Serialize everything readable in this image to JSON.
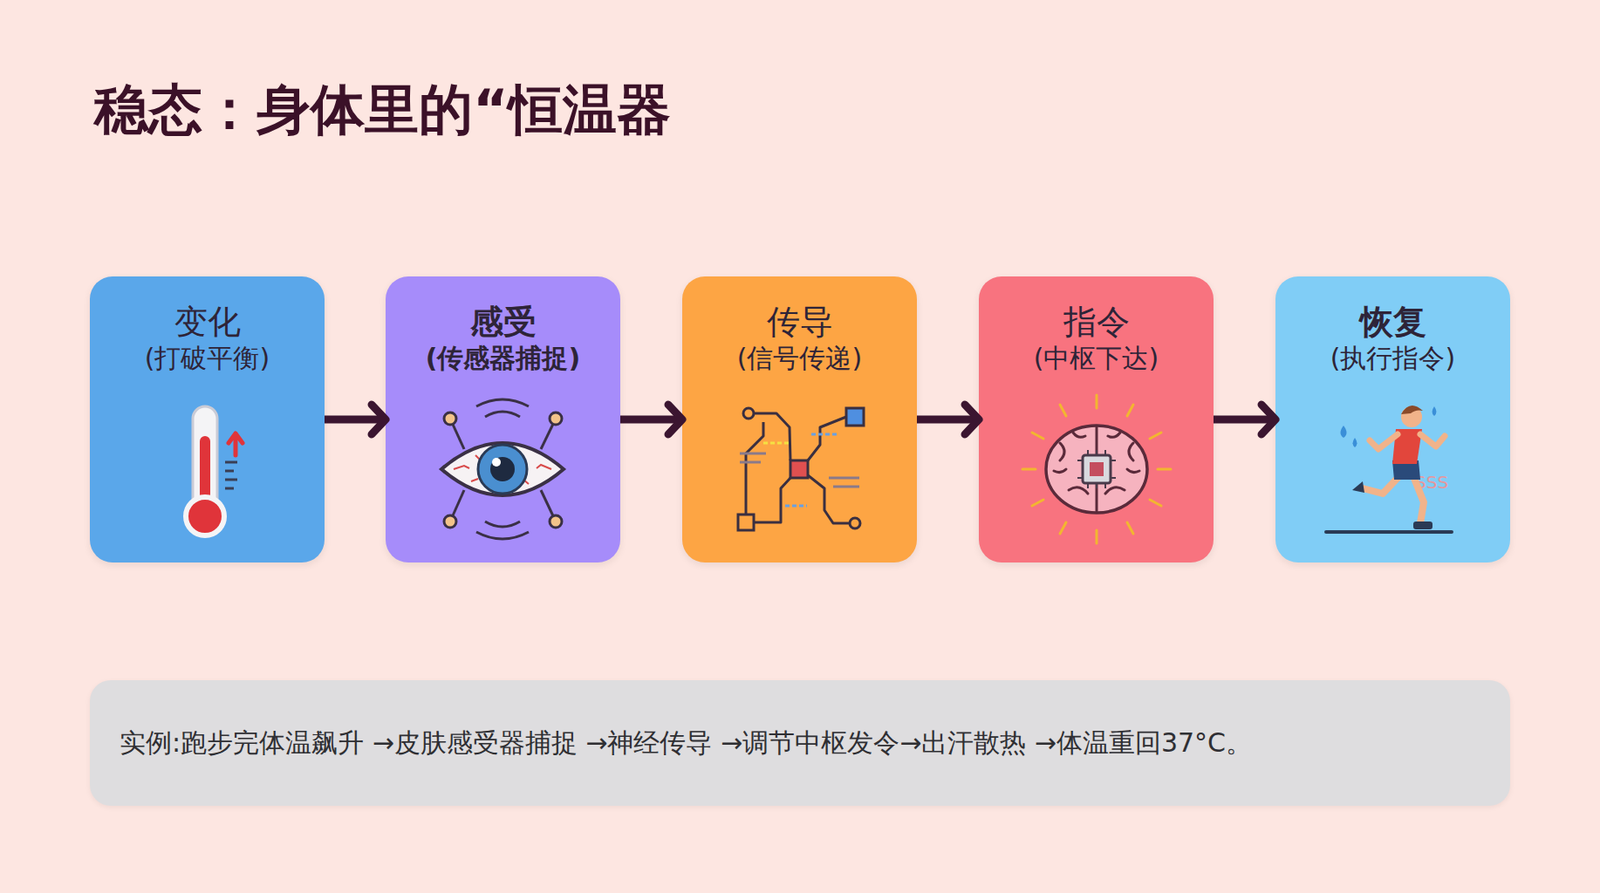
{
  "diagram": {
    "title": "稳态：身体里的“恒温器",
    "nodes": [
      {
        "text": [
          "变化",
          "(打破平衡)"
        ]
      },
      {
        "text": [
          "感受",
          "(传感器捕捉)"
        ]
      },
      {
        "text": [
          "传导",
          "(信号传递)"
        ]
      },
      {
        "text": [
          "指令",
          "(中枢下达)"
        ]
      },
      {
        "text": [
          "恢复",
          "(执行指令)"
        ]
      },
      {
        "text": [
          "实例:跑步完体温飙升 →皮肤感受器捕捉 →神经传导 →调节中枢发令→出汗散热 →体温重回37°C。"
        ]
      }
    ],
    "edges": [
      {
        "from": 0,
        "to": 1,
        "arrow": "to"
      },
      {
        "from": 1,
        "to": 2,
        "arrow": "to"
      },
      {
        "from": 2,
        "to": 3,
        "arrow": "to"
      },
      {
        "from": 3,
        "to": 4,
        "arrow": "to"
      }
    ],
    "labels": [
      "SSS"
    ]
  }
}
